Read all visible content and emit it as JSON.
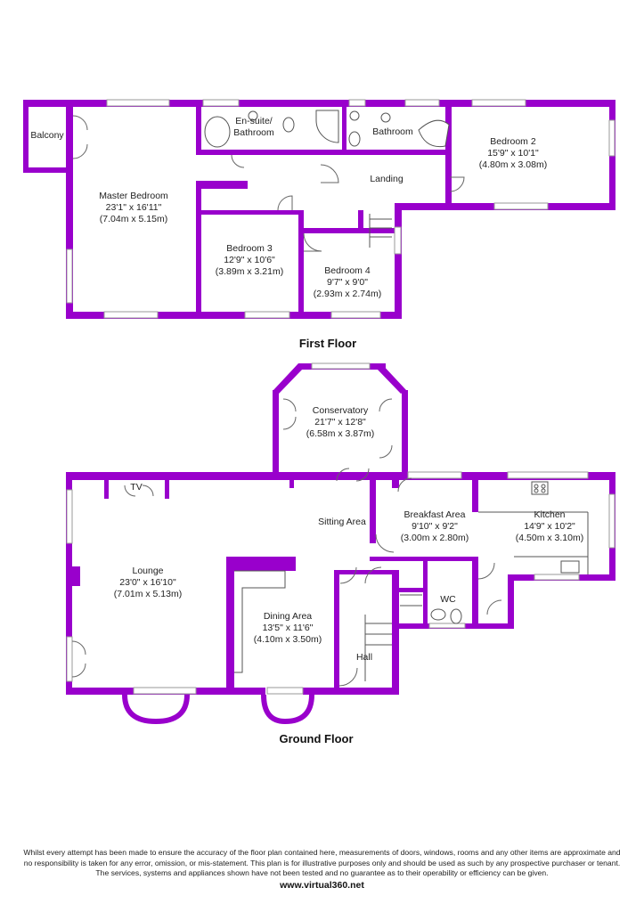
{
  "colors": {
    "wall": "#9900cc",
    "window": "#cfcfcf",
    "fixture": "#555555"
  },
  "first_floor": {
    "title": "First Floor",
    "rooms": {
      "balcony": {
        "name": "Balcony"
      },
      "master": {
        "name": "Master Bedroom",
        "imperial": "23'1\" x 16'11\"",
        "metric": "(7.04m x 5.15m)"
      },
      "ensuite": {
        "name": "En-suite/",
        "name2": "Bathroom"
      },
      "bathroom": {
        "name": "Bathroom"
      },
      "bedroom2": {
        "name": "Bedroom 2",
        "imperial": "15'9\" x 10'1\"",
        "metric": "(4.80m x 3.08m)"
      },
      "landing": {
        "name": "Landing"
      },
      "bedroom3": {
        "name": "Bedroom 3",
        "imperial": "12'9\" x 10'6\"",
        "metric": "(3.89m x 3.21m)"
      },
      "bedroom4": {
        "name": "Bedroom 4",
        "imperial": "9'7\" x 9'0\"",
        "metric": "(2.93m x 2.74m)"
      }
    }
  },
  "ground_floor": {
    "title": "Ground Floor",
    "rooms": {
      "conservatory": {
        "name": "Conservatory",
        "imperial": "21'7\" x 12'8\"",
        "metric": "(6.58m x 3.87m)"
      },
      "tv": {
        "name": "TV"
      },
      "sitting": {
        "name": "Sitting Area"
      },
      "breakfast": {
        "name": "Breakfast Area",
        "imperial": "9'10\" x 9'2\"",
        "metric": "(3.00m x 2.80m)"
      },
      "kitchen": {
        "name": "Kitchen",
        "imperial": "14'9\" x 10'2\"",
        "metric": "(4.50m x 3.10m)"
      },
      "lounge": {
        "name": "Lounge",
        "imperial": "23'0\" x 16'10\"",
        "metric": "(7.01m x 5.13m)"
      },
      "dining": {
        "name": "Dining Area",
        "imperial": "13'5\" x 11'6\"",
        "metric": "(4.10m x 3.50m)"
      },
      "wc": {
        "name": "WC"
      },
      "hall": {
        "name": "Hall"
      }
    }
  },
  "disclaimer": {
    "line1": "Whilst every attempt has been made to ensure the accuracy of the floor plan contained here, measurements of doors, windows, rooms and any other items are approximate and",
    "line2": "no responsibility is taken for any error, omission, or mis-statement. This plan is for illustrative purposes only and should be used as such by any prospective purchaser or tenant.",
    "line3": "The services, systems and appliances shown have not been tested and no guarantee as to their operability or efficiency can be given."
  },
  "website": "www.virtual360.net"
}
